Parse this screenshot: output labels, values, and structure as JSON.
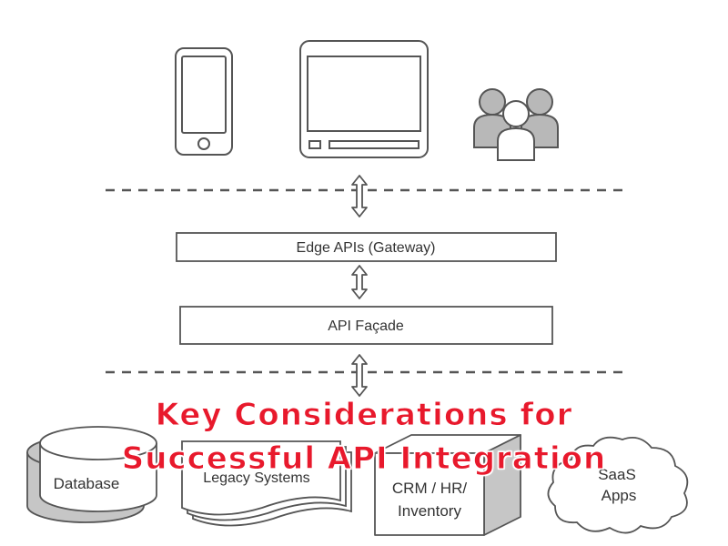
{
  "diagram": {
    "gateway_label": "Edge APIs (Gateway)",
    "facade_label": "API Façade",
    "backends": {
      "database": "Database",
      "legacy": "Legacy Systems",
      "crm_line1": "CRM / HR/",
      "crm_line2": "Inventory",
      "saas_line1": "SaaS",
      "saas_line2": "Apps"
    },
    "clients": [
      "mobile-phone-icon",
      "desktop-monitor-icon",
      "user-group-icon"
    ]
  },
  "overlay": {
    "title_line1": "Key Considerations for",
    "title_line2": "Successful API Integration",
    "title_color": "#e8192c"
  },
  "colors": {
    "stroke": "#555555",
    "icon_fill": "#b8b8b8",
    "box_fill": "#ffffff"
  }
}
